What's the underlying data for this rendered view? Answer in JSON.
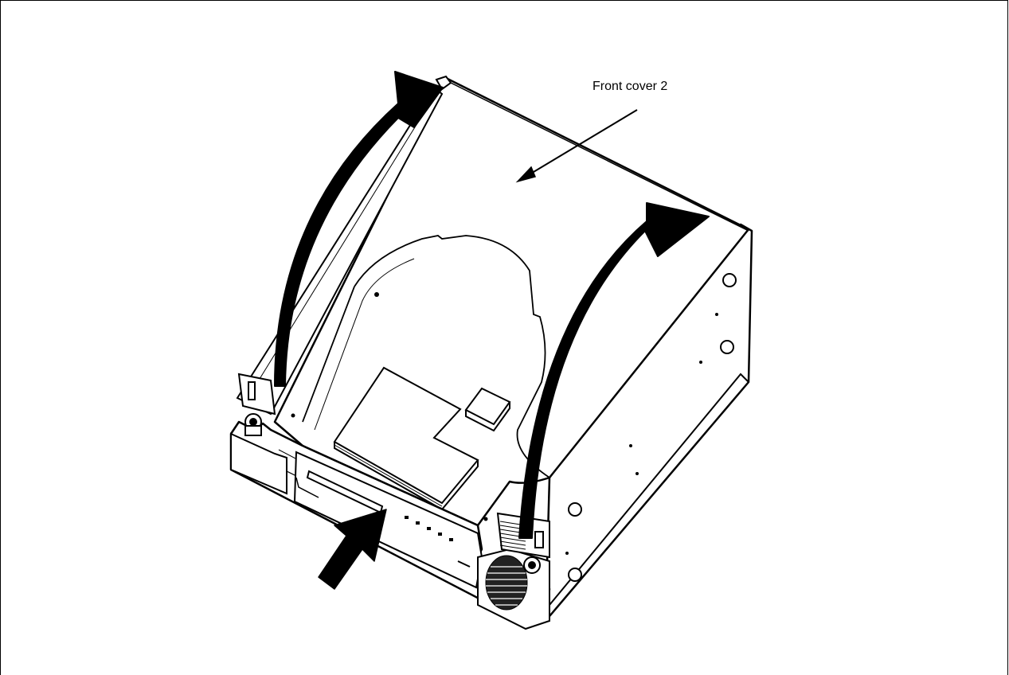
{
  "figure": {
    "callout_label": "Front cover 2",
    "stroke_color": "#000000",
    "fill_color": "#ffffff",
    "arrow_color": "#000000",
    "icons": [
      "curved-lift-arrow-left",
      "curved-lift-arrow-right",
      "push-arrow",
      "leader-arrow"
    ]
  }
}
